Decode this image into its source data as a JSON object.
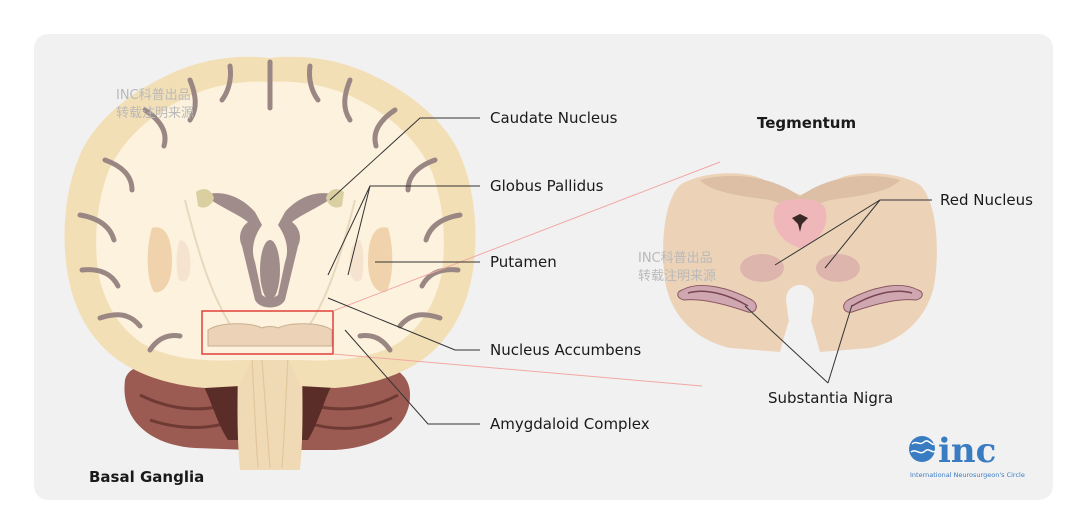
{
  "labels": {
    "caudate": "Caudate Nucleus",
    "globus": "Globus Pallidus",
    "putamen": "Putamen",
    "accumbens": "Nucleus Accumbens",
    "amygdaloid": "Amygdaloid Complex",
    "red_nucleus": "Red Nucleus",
    "substantia": "Substantia Nigra"
  },
  "titles": {
    "basal_ganglia": "Basal Ganglia",
    "tegmentum": "Tegmentum"
  },
  "watermark": {
    "line1": "INC科普出品",
    "line2": "转载注明来源"
  },
  "logo": {
    "name": "inc",
    "subtitle": "International  Neurosurgeon's  Circle"
  },
  "colors": {
    "card_bg": "#f1f1f1",
    "cortex": "#f3dfb6",
    "white_matter": "#fcf2dd",
    "ventricle": "#a08c8a",
    "cerebellum": "#9c5b52",
    "highlight_box": "#e0403a",
    "logo_blue": "#3a7cc2"
  }
}
